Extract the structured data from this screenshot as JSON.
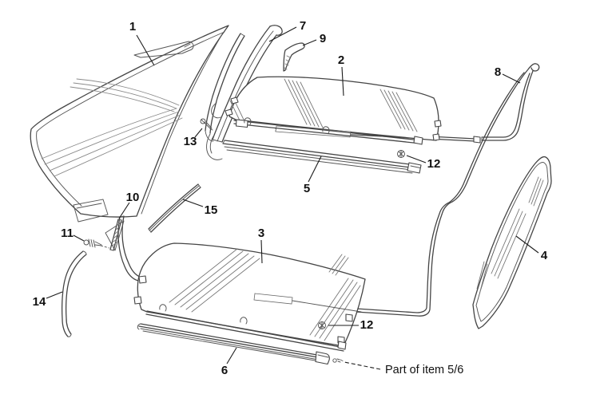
{
  "diagram": {
    "callouts": {
      "n1": "1",
      "n2": "2",
      "n3": "3",
      "n4": "4",
      "n5": "5",
      "n6": "6",
      "n7": "7",
      "n8": "8",
      "n9": "9",
      "n10": "10",
      "n11": "11",
      "n12a": "12",
      "n12b": "12",
      "n13": "13",
      "n14": "14",
      "n15": "15"
    },
    "note": "Part of item 5/6",
    "colors": {
      "line": "#454545",
      "background": "#ffffff",
      "label_text": "#111111"
    }
  }
}
